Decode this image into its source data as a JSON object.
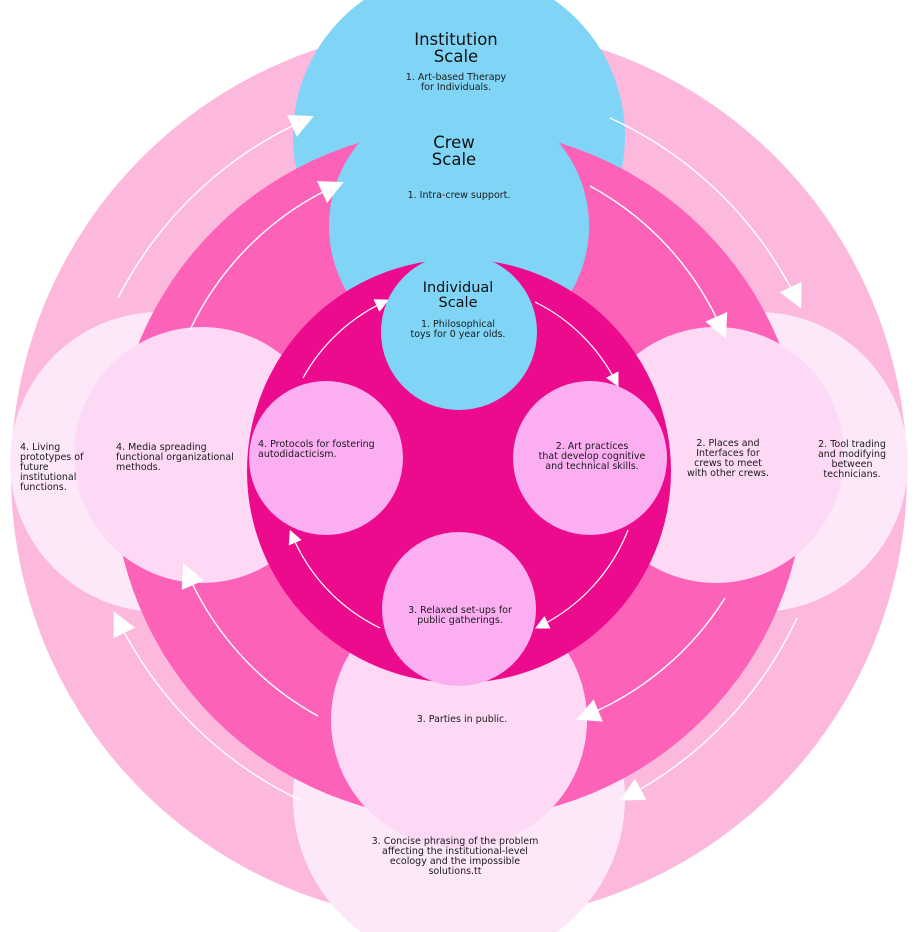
{
  "colors": {
    "outer_ring": "#fcb9dd",
    "middle_ring": "#fc62b8",
    "inner_disc": "#ec0a8d",
    "scale_circle": "#80d5f7",
    "pale_node": "#fdd9f6",
    "palest_node": "#fde8fa",
    "inner_node": "#fcaef2",
    "arrow": "#ffffff"
  },
  "diagram": {
    "institution": {
      "title": [
        "Institution",
        "Scale"
      ],
      "item1": [
        "1. Art-based Therapy",
        "for Individuals."
      ],
      "item2": [
        "2. Tool trading",
        "and modifying",
        "between",
        "technicians."
      ],
      "item3": [
        "3. Concise phrasing of the problem",
        "affecting the institutional-level",
        "ecology and the impossible",
        "solutions.tt"
      ],
      "item4": [
        "4. Living",
        "prototypes of",
        "future",
        "institutional",
        "functions."
      ]
    },
    "crew": {
      "title": [
        "Crew",
        "Scale"
      ],
      "item1": [
        "1. Intra-crew support."
      ],
      "item2": [
        "2. Places and",
        "Interfaces for",
        "crews to meet",
        "with other crews."
      ],
      "item3": [
        "3. Parties in public."
      ],
      "item4": [
        "4. Media spreading",
        "functional organizational",
        "methods."
      ]
    },
    "individual": {
      "title": [
        "Individual",
        "Scale"
      ],
      "item1": [
        "1. Philosophical",
        "toys for 0 year olds."
      ],
      "item2": [
        "2. Art practices",
        "that develop cognitive",
        "and technical skills."
      ],
      "item3": [
        "3. Relaxed set-ups for",
        "public gatherings."
      ],
      "item4": [
        "4. Protocols for fostering",
        "autodidacticism."
      ]
    }
  }
}
